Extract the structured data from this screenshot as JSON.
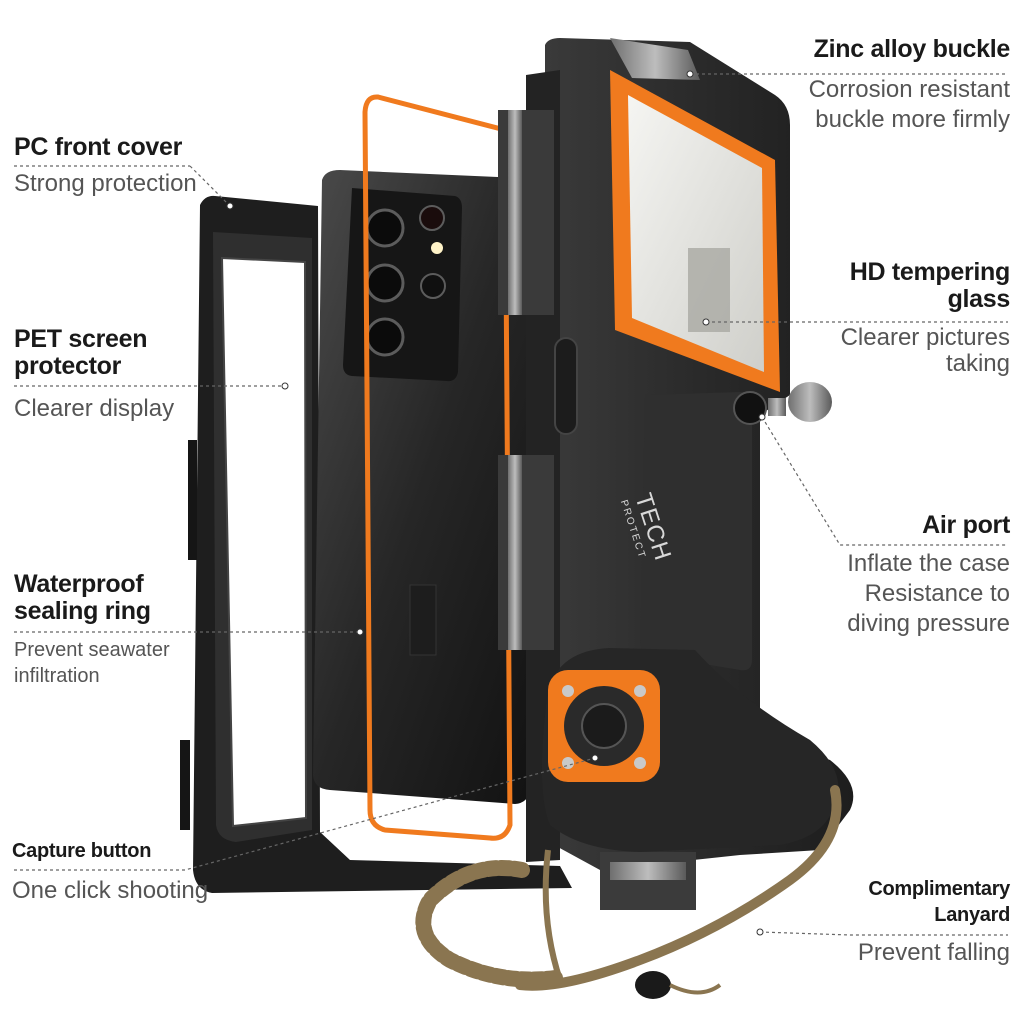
{
  "features": {
    "zinc": {
      "title": "Zinc alloy buckle",
      "desc_1": "Corrosion resistant",
      "desc_2": "buckle more firmly"
    },
    "pc_cover": {
      "title": "PC front cover",
      "desc": "Strong protection"
    },
    "hd_glass": {
      "title_1": "HD tempering",
      "title_2": "glass",
      "desc_1": "Clearer pictures",
      "desc_2": "taking"
    },
    "pet": {
      "title_1": "PET screen",
      "title_2": "protector",
      "desc": "Clearer display"
    },
    "air_port": {
      "title": "Air port",
      "desc_1": "Inflate the case",
      "desc_2": "Resistance to",
      "desc_3": "diving pressure"
    },
    "sealing": {
      "title_1": "Waterproof",
      "title_2": "sealing ring",
      "desc_1": "Prevent seawater",
      "desc_2": "infiltration"
    },
    "capture": {
      "title": "Capture button",
      "desc": "One click shooting"
    },
    "lanyard": {
      "title_1": "Complimentary",
      "title_2": "Lanyard",
      "desc": "Prevent falling"
    }
  },
  "brand": {
    "line_1": "TECH",
    "line_2": "PROTECT"
  },
  "colors": {
    "accent_orange": "#f07a1e",
    "case_black": "#2b2b2b",
    "strap_brown": "#8a7550"
  }
}
